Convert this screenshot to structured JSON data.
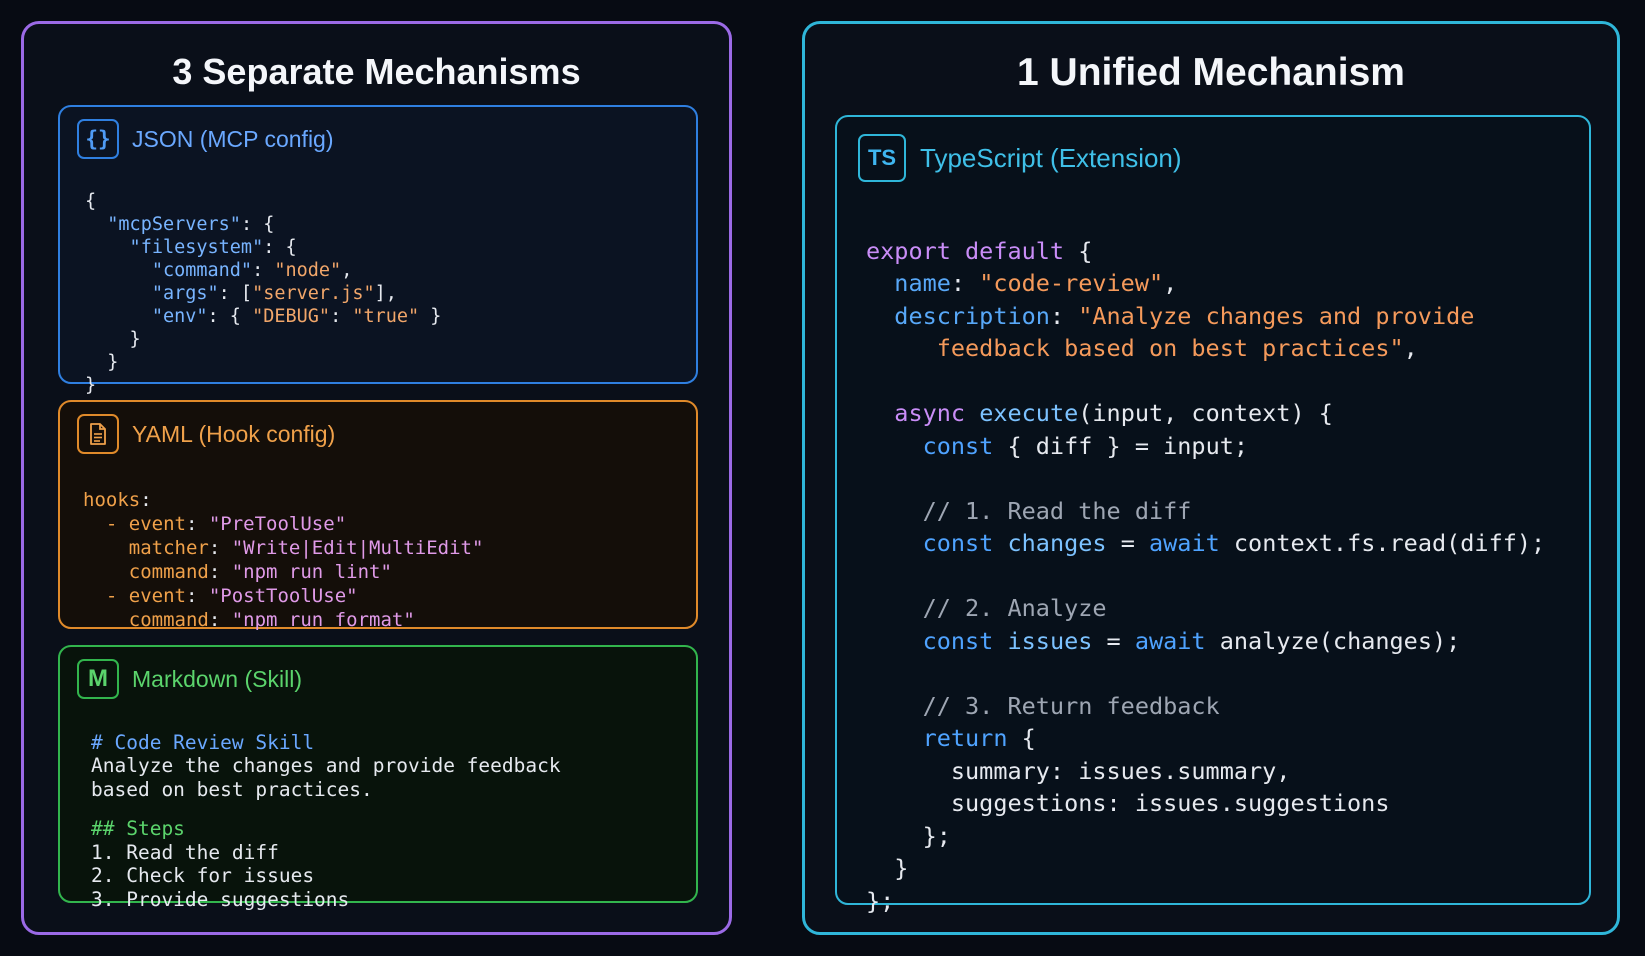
{
  "left": {
    "title": "3 Separate Mechanisms",
    "json": {
      "badge": "{}",
      "title": "JSON (MCP config)",
      "color": "#2f7fe0",
      "lines": [
        "{",
        "  \"mcpServers\": {",
        "    \"filesystem\": {",
        "      \"command\": \"node\",",
        "      \"args\": [\"server.js\"],",
        "      \"env\": { \"DEBUG\": \"true\" }",
        "    }",
        "  }",
        "}"
      ]
    },
    "yaml": {
      "badge_icon": "document-icon",
      "title": "YAML (Hook config)",
      "color": "#e08a2a",
      "lines": [
        "hooks:",
        "  - event: \"PreToolUse\"",
        "    matcher: \"Write|Edit|MultiEdit\"",
        "    command: \"npm run lint\"",
        "  - event: \"PostToolUse\"",
        "    command: \"npm run format\""
      ]
    },
    "markdown": {
      "badge": "M",
      "title": "Markdown (Skill)",
      "color": "#32b54d",
      "lines": [
        "# Code Review Skill",
        "Analyze the changes and provide feedback",
        "based on best practices.",
        "",
        "## Steps",
        "1. Read the diff",
        "2. Check for issues",
        "3. Provide suggestions"
      ]
    }
  },
  "right": {
    "title": "1 Unified Mechanism",
    "typescript": {
      "badge": "TS",
      "title": "TypeScript (Extension)",
      "color": "#2fb6d9",
      "lines": [
        "export default {",
        "  name: \"code-review\",",
        "  description: \"Analyze changes and provide",
        "     feedback based on best practices\",",
        "",
        "  async execute(input, context) {",
        "    const { diff } = input;",
        "",
        "    // 1. Read the diff",
        "    const changes = await context.fs.read(diff);",
        "",
        "    // 2. Analyze",
        "    const issues = await analyze(changes);",
        "",
        "    // 3. Return feedback",
        "    return {",
        "      summary: issues.summary,",
        "      suggestions: issues.suggestions",
        "    };",
        "  }",
        "};"
      ]
    }
  }
}
